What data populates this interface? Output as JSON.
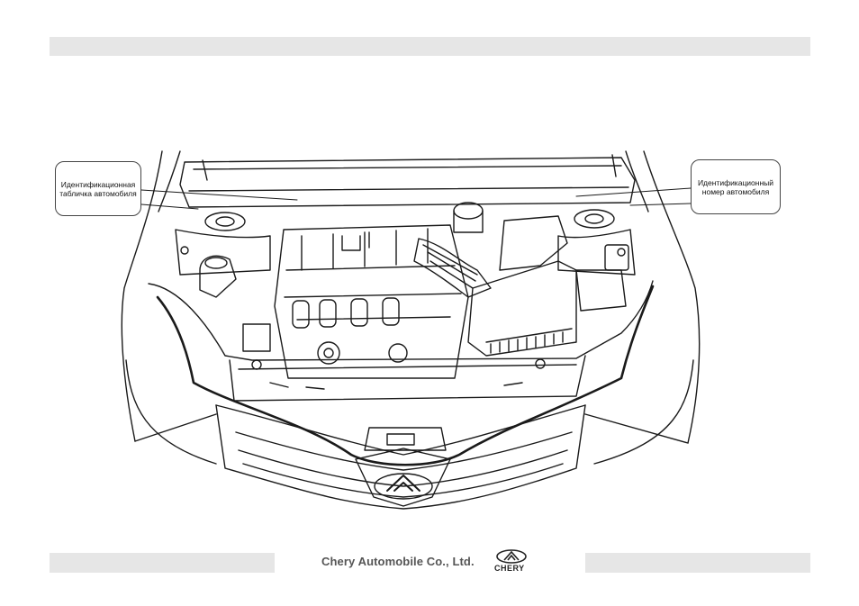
{
  "callouts": {
    "left": "Идентификационная табличка автомобиля",
    "right": "Идентификационный номер автомобиля"
  },
  "footer": {
    "company": "Chery Automobile Co., Ltd.",
    "logo_text": "CHERY"
  },
  "colors": {
    "header_bar": "#e6e6e6",
    "line_art": "#1a1a1a"
  }
}
